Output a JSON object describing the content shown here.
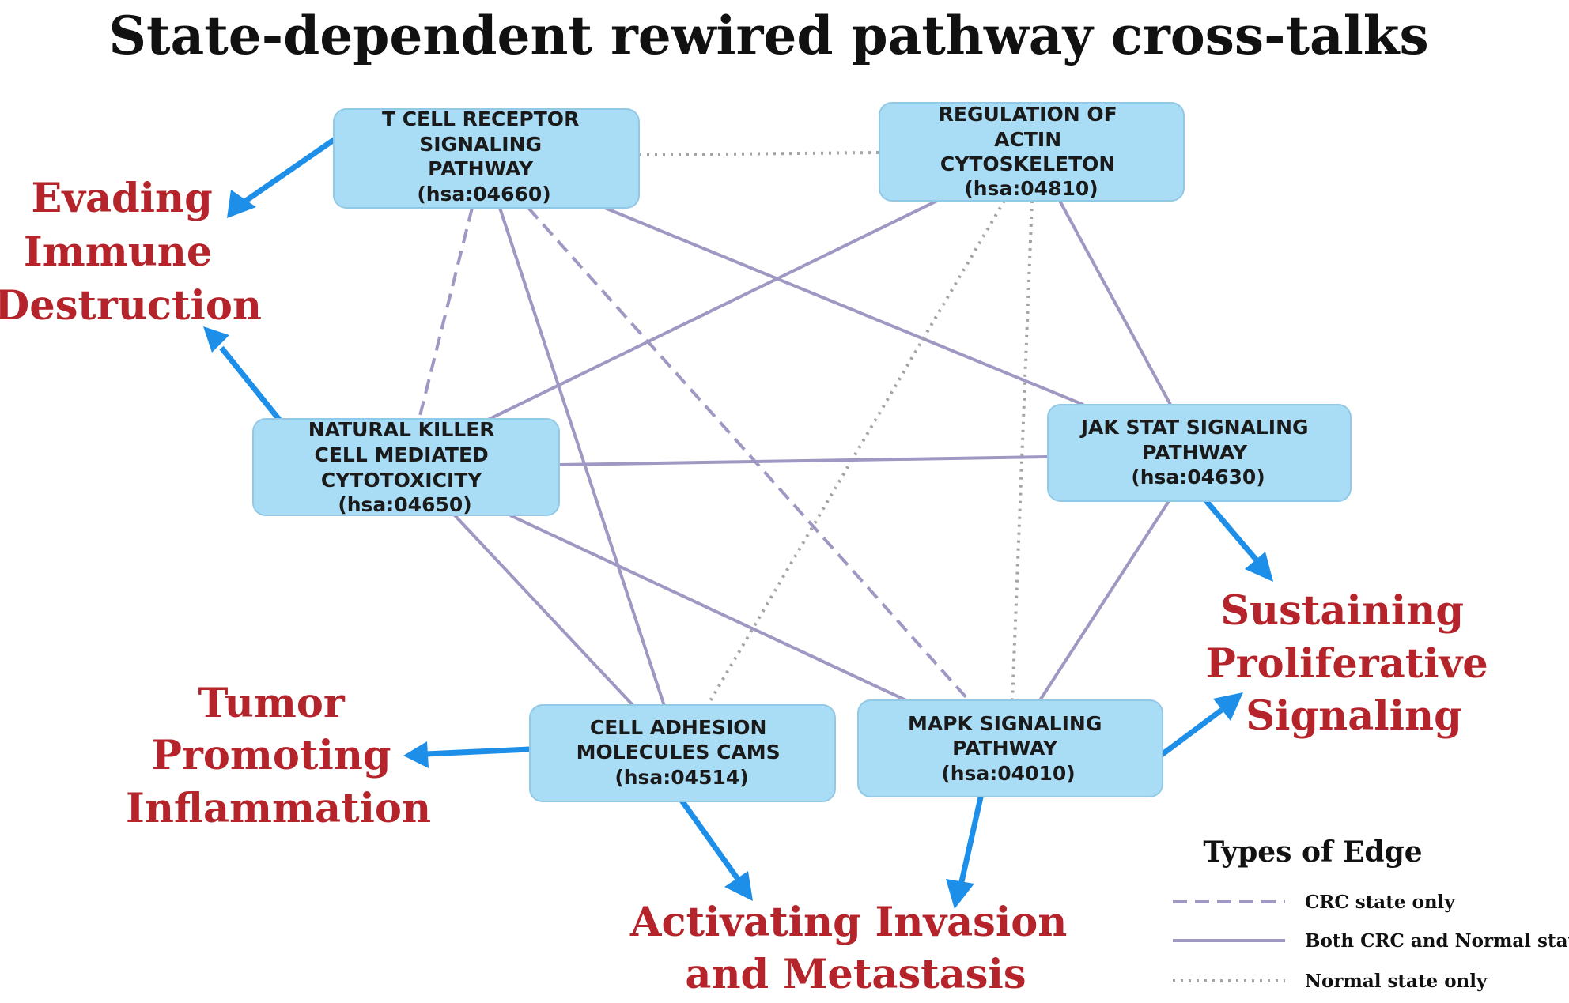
{
  "title": "State-dependent rewired pathway cross-talks",
  "colors": {
    "node_fill": "#a9dcf5",
    "edge": "#9e98c2",
    "edge_normal": "#a4a4a4",
    "arrow": "#1e8fe8",
    "hallmark_text": "#b5242a"
  },
  "nodes": [
    {
      "id": "tcell",
      "lines": [
        "T CELL RECEPTOR",
        "SIGNALING",
        "PATHWAY",
        "(hsa:04660)"
      ]
    },
    {
      "id": "actin",
      "lines": [
        "REGULATION OF",
        "ACTIN",
        "CYTOSKELETON",
        "(hsa:04810)"
      ]
    },
    {
      "id": "nk",
      "lines": [
        "NATURAL KILLER",
        "CELL MEDIATED",
        "CYTOTOXICITY",
        "(hsa:04650)"
      ]
    },
    {
      "id": "jak",
      "lines": [
        "JAK STAT SIGNALING",
        "PATHWAY",
        "(hsa:04630)"
      ]
    },
    {
      "id": "cams",
      "lines": [
        "CELL ADHESION",
        "MOLECULES CAMS",
        "(hsa:04514)"
      ]
    },
    {
      "id": "mapk",
      "lines": [
        "MAPK SIGNALING",
        "PATHWAY",
        "(hsa:04010)"
      ]
    }
  ],
  "edges": [
    {
      "from": "tcell",
      "to": "actin",
      "type": "normal"
    },
    {
      "from": "tcell",
      "to": "nk",
      "type": "crc"
    },
    {
      "from": "tcell",
      "to": "cams",
      "type": "both"
    },
    {
      "from": "tcell",
      "to": "mapk",
      "type": "crc"
    },
    {
      "from": "tcell",
      "to": "jak",
      "type": "both"
    },
    {
      "from": "actin",
      "to": "nk",
      "type": "both"
    },
    {
      "from": "actin",
      "to": "cams",
      "type": "normal"
    },
    {
      "from": "actin",
      "to": "mapk",
      "type": "normal"
    },
    {
      "from": "actin",
      "to": "jak",
      "type": "both"
    },
    {
      "from": "nk",
      "to": "jak",
      "type": "both"
    },
    {
      "from": "nk",
      "to": "cams",
      "type": "both"
    },
    {
      "from": "nk",
      "to": "mapk",
      "type": "both"
    },
    {
      "from": "jak",
      "to": "mapk",
      "type": "both"
    }
  ],
  "hallmarks": [
    {
      "id": "evading",
      "lines": [
        "Evading",
        "Immune",
        "Destruction"
      ]
    },
    {
      "id": "tumor",
      "lines": [
        "Tumor",
        "Promoting",
        "Inflammation"
      ]
    },
    {
      "id": "sustaining",
      "lines": [
        "Sustaining",
        "Proliferative",
        "Signaling"
      ]
    },
    {
      "id": "invasion",
      "lines": [
        "Activating Invasion",
        "and Metastasis"
      ]
    }
  ],
  "legend": {
    "title": "Types of Edge",
    "items": [
      {
        "type": "crc",
        "label": "CRC state only"
      },
      {
        "type": "both",
        "label": "Both CRC and Normal state"
      },
      {
        "type": "normal",
        "label": "Normal state only"
      }
    ]
  }
}
